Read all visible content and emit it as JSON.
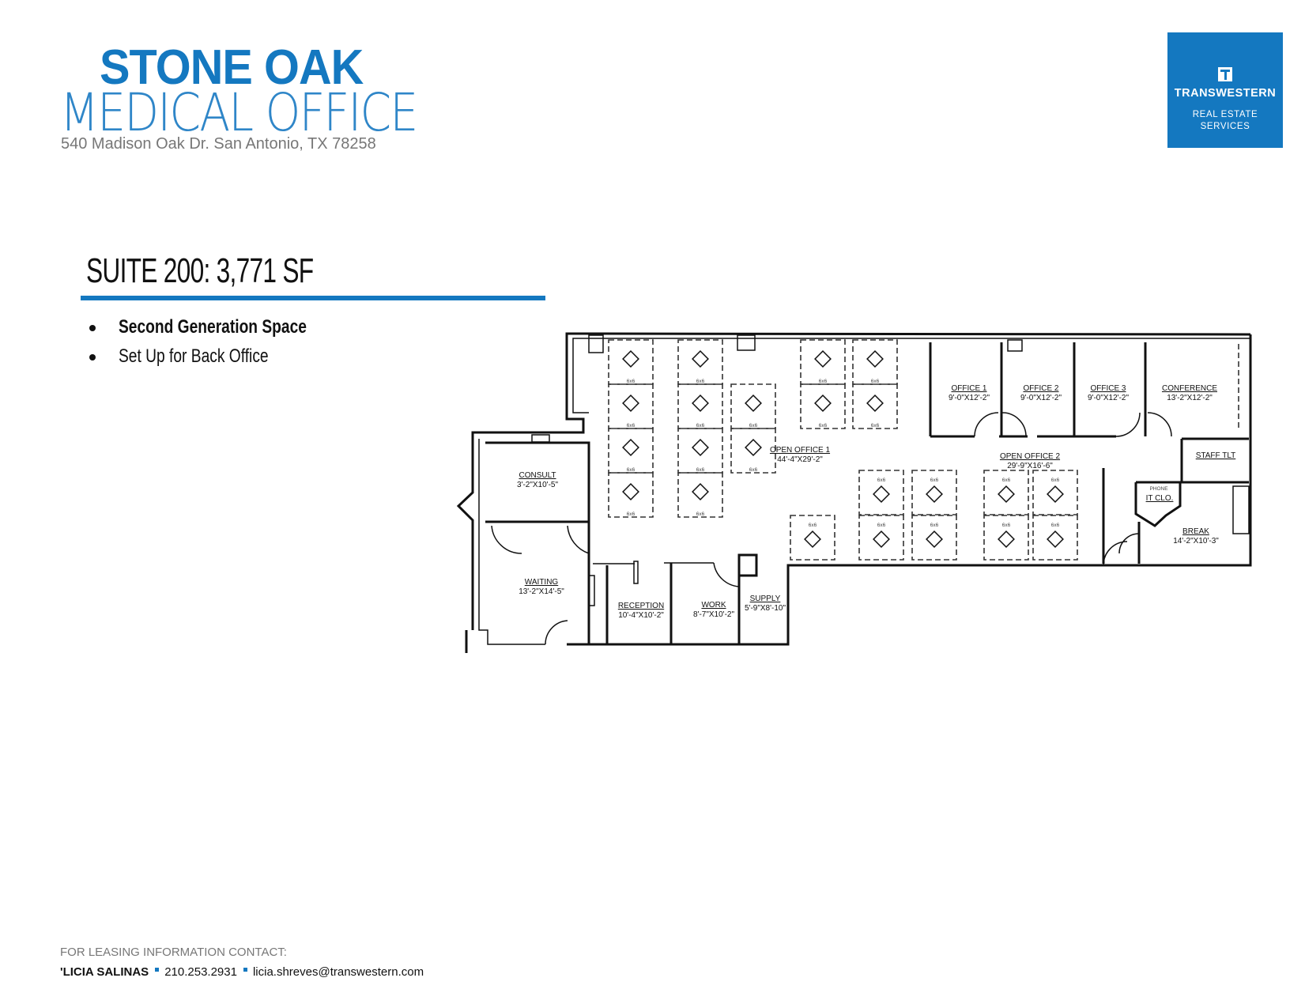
{
  "header": {
    "title_line1": "STONE OAK",
    "title_line2": "MEDICAL OFFICE",
    "address": "540 Madison Oak Dr. San Antonio, TX 78258"
  },
  "logo": {
    "brand": "TRANSWESTERN",
    "tagline_line1": "REAL ESTATE",
    "tagline_line2": "SERVICES",
    "color": "#1478c0"
  },
  "suite": {
    "heading": "SUITE 200:  3,771 SF",
    "bullets": [
      "Second Generation Space",
      "Set Up for Back Office"
    ]
  },
  "floor_plan": {
    "workstation_label": "6x6",
    "rooms": [
      {
        "name": "CONSULT",
        "size": "3'-2\"X10'-5\""
      },
      {
        "name": "OPEN OFFICE 1",
        "size": "44'-4\"X29'-2\""
      },
      {
        "name": "WAITING",
        "size": "13'-2\"X14'-5\""
      },
      {
        "name": "RECEPTION",
        "size": "10'-4\"X10'-2\""
      },
      {
        "name": "WORK",
        "size": "8'-7\"X10'-2\""
      },
      {
        "name": "SUPPLY",
        "size": "5'-9\"X8'-10\""
      },
      {
        "name": "OFFICE 1",
        "size": "9'-0\"X12'-2\""
      },
      {
        "name": "OFFICE 2",
        "size": "9'-0\"X12'-2\""
      },
      {
        "name": "OFFICE 3",
        "size": "9'-0\"X12'-2\""
      },
      {
        "name": "CONFERENCE",
        "size": "13'-2\"X12'-2\""
      },
      {
        "name": "OPEN OFFICE 2",
        "size": "29'-9\"X16'-6\""
      },
      {
        "name": "STAFF TLT",
        "size": ""
      },
      {
        "name": "IT CLO.",
        "size": ""
      },
      {
        "name": "BREAK",
        "size": "14'-2\"X10'-3\""
      }
    ],
    "phone_label": "PHONE"
  },
  "footer": {
    "contact_heading": "FOR LEASING INFORMATION CONTACT:",
    "name": "'LICIA SALINAS",
    "phone": "210.253.2931",
    "email": "licia.shreves@transwestern.com"
  }
}
